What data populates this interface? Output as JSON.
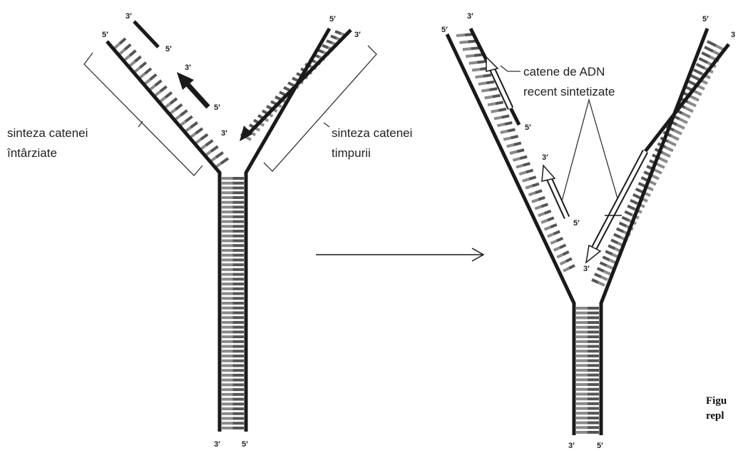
{
  "left_fork": {
    "lagging_label_1": "sinteza catenei",
    "lagging_label_2": "întârziate",
    "leading_label_1": "sinteza catenei",
    "leading_label_2": "timpurii",
    "ends": {
      "top_left_5": "5′",
      "top_left_3": "3′",
      "fragment_5": "5′",
      "okazaki_3": "3′",
      "okazaki_5": "5′",
      "top_right_5": "5′",
      "top_right_3": "3′",
      "leading_3": "3′",
      "bottom_3": "3′",
      "bottom_5": "5′"
    }
  },
  "right_fork": {
    "new_strands_label_1": "catene de ADN",
    "new_strands_label_2": "recent sintetizate",
    "ends": {
      "top_left_5": "5′",
      "top_left_3": "3′",
      "fragment_5": "5′",
      "okazaki_3": "3′",
      "okazaki_5": "5′",
      "top_right_5": "5′",
      "top_right_3": "3",
      "leading_3": "3′",
      "bottom_3": "3′",
      "bottom_5": "5′"
    }
  },
  "caption": {
    "line1": "Figu",
    "line2": "repl"
  },
  "colors": {
    "strand": "#1a1a1a",
    "base_pair": "#8a8a8a",
    "base_pair_dark": "#555555",
    "new_strand_fill": "#ffffff"
  }
}
